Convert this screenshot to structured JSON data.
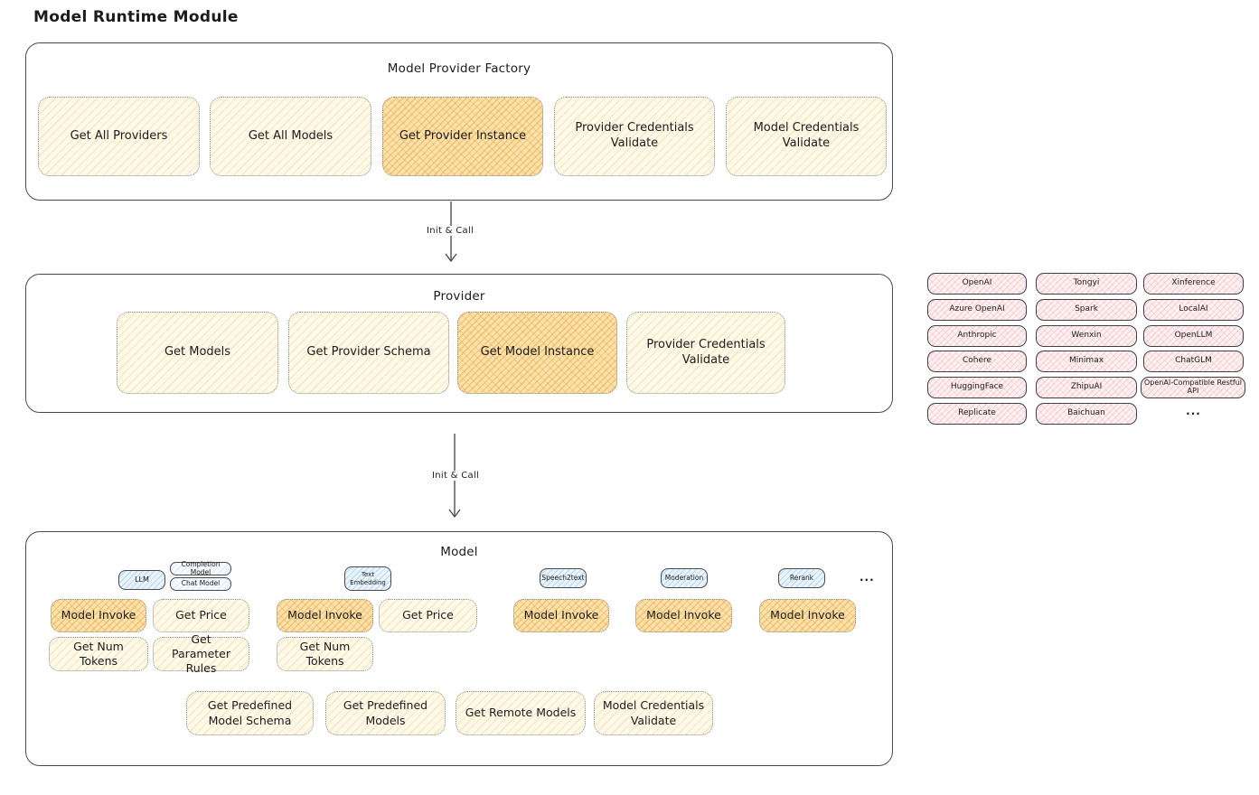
{
  "title": "Model Runtime Module",
  "colors": {
    "node_light": "#fdf9e8",
    "node_highlight": "#fbe2ac",
    "provider_chip_pink": "#fdf1f1",
    "type_badge_blue": "#eaf4fc",
    "section_border": "#4a4a4a"
  },
  "factory": {
    "title": "Model Provider Factory",
    "buttons": [
      {
        "label": "Get All Providers",
        "highlighted": false
      },
      {
        "label": "Get All Models",
        "highlighted": false
      },
      {
        "label": "Get Provider Instance",
        "highlighted": true
      },
      {
        "label": "Provider Credentials Validate",
        "highlighted": false
      },
      {
        "label": "Model Credentials Validate",
        "highlighted": false
      }
    ]
  },
  "arrows": [
    {
      "label": "Init & Call"
    },
    {
      "label": "Init & Call"
    }
  ],
  "provider": {
    "title": "Provider",
    "buttons": [
      {
        "label": "Get Models",
        "highlighted": false
      },
      {
        "label": "Get Provider Schema",
        "highlighted": false
      },
      {
        "label": "Get Model Instance",
        "highlighted": true
      },
      {
        "label": "Provider Credentials Validate",
        "highlighted": false
      }
    ]
  },
  "provider_grid": {
    "columns": [
      [
        "OpenAI",
        "Azure OpenAI",
        "Anthropic",
        "Cohere",
        "HuggingFace",
        "Replicate"
      ],
      [
        "Tongyi",
        "Spark",
        "Wenxin",
        "Minimax",
        "ZhipuAI",
        "Baichuan"
      ],
      [
        "Xinference",
        "LocalAI",
        "OpenLLM",
        "ChatGLM",
        "OpenAI-Compatible Restful API"
      ]
    ],
    "ellipsis": "..."
  },
  "model": {
    "title": "Model",
    "badges": {
      "llm": "LLM",
      "completion": "Completion Model",
      "chat": "Chat Model",
      "text_embedding": "Text Embedding",
      "speech2text": "Speech2text",
      "moderation": "Moderation",
      "rerank": "Rerank"
    },
    "ellipsis": "...",
    "buttons": {
      "model_invoke": "Model Invoke",
      "get_price": "Get Price",
      "get_num_tokens": "Get Num Tokens",
      "get_parameter_rules": "Get Parameter Rules",
      "get_predefined_model_schema": "Get Predefined Model Schema",
      "get_predefined_models": "Get Predefined Models",
      "get_remote_models": "Get Remote Models",
      "model_credentials_validate": "Model Credentials Validate"
    }
  }
}
